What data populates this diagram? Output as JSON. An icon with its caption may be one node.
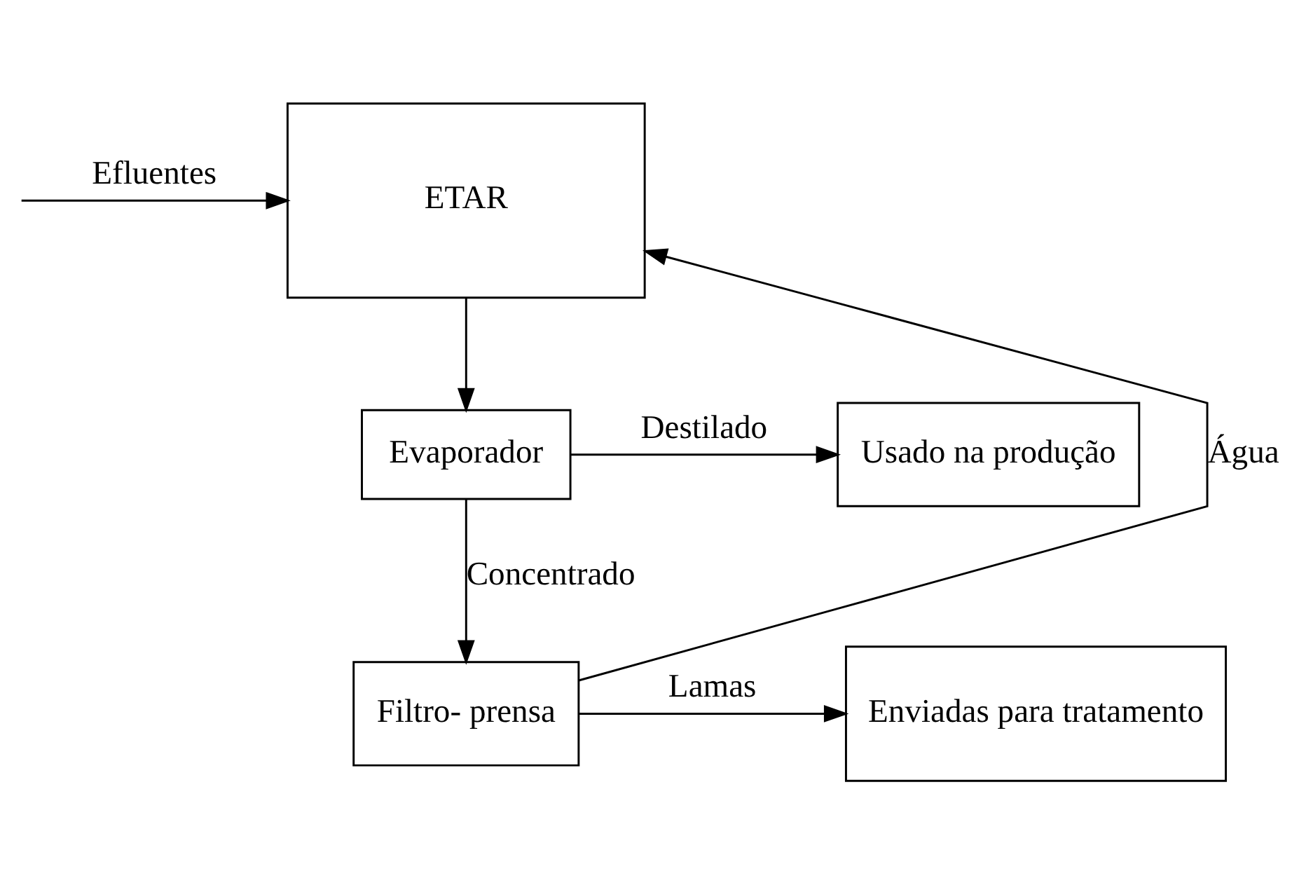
{
  "diagram": {
    "nodes": [
      {
        "text": [
          "ETAR"
        ]
      },
      {
        "text": [
          "Evaporador"
        ]
      },
      {
        "text": [
          "Usado na produção"
        ]
      },
      {
        "text": [
          "Filtro- prensa"
        ]
      },
      {
        "text": [
          "Enviadas para tratamento"
        ]
      }
    ],
    "edges": [
      {
        "from": null,
        "to": 0,
        "arrow": "to",
        "label": "Efluentes"
      },
      {
        "from": 0,
        "to": 1,
        "arrow": "to"
      },
      {
        "from": 1,
        "to": 2,
        "arrow": "to",
        "label": "Destilado"
      },
      {
        "from": 1,
        "to": 3,
        "arrow": "to",
        "label": "Concentrado"
      },
      {
        "from": 3,
        "to": 4,
        "arrow": "to",
        "label": "Lamas"
      },
      {
        "from": 3,
        "to": 0,
        "arrow": "to",
        "label": "Água"
      }
    ]
  }
}
